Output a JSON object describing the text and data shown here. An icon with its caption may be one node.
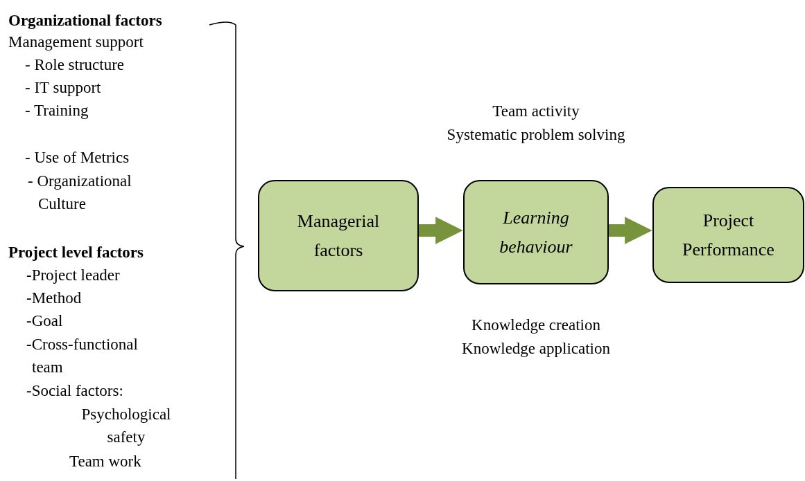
{
  "diagram": {
    "nodes": [
      {
        "text": [
          "Managerial factors"
        ]
      },
      {
        "text": [
          "Learning behaviour"
        ],
        "beside": [
          "Team activity",
          "Systematic problem solving",
          "Knowledge creation",
          "Knowledge application"
        ]
      },
      {
        "text": [
          "Project Performance"
        ]
      }
    ],
    "edges": [
      {
        "from": 0,
        "to": 1,
        "arrow": "to"
      },
      {
        "from": 1,
        "to": 2,
        "arrow": "to"
      }
    ],
    "labels": [
      "Organizational factors",
      "Management support",
      "- Role structure",
      "- IT support",
      "- Training",
      "- Use of Metrics",
      "- Organizational Culture",
      "Project level factors",
      "-Project leader",
      "-Method",
      "-Goal",
      "-Cross-functional team",
      "-Social factors:",
      "Psychological safety",
      "Team work"
    ]
  }
}
